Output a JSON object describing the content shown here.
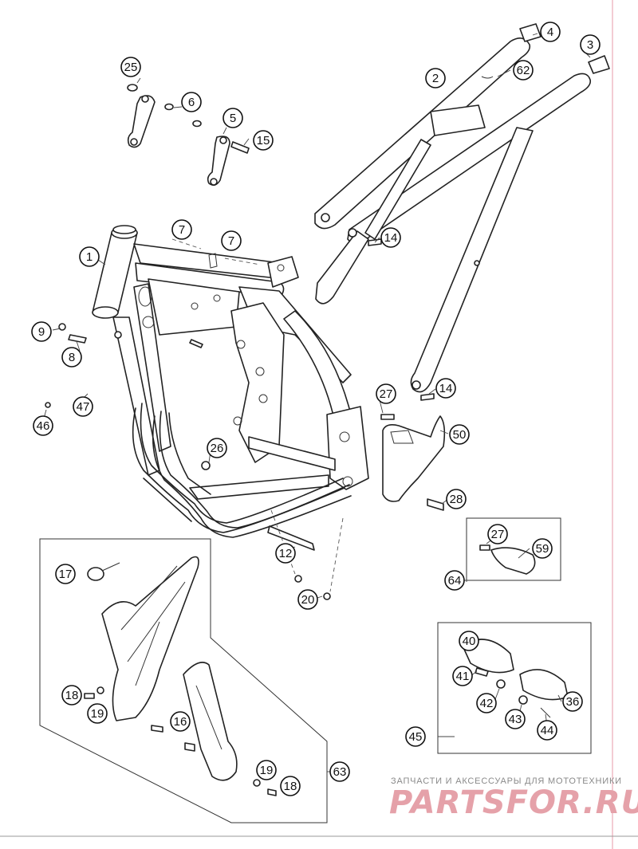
{
  "diagram": {
    "callouts": [
      "1",
      "2",
      "3",
      "4",
      "5",
      "6",
      "7",
      "7",
      "8",
      "9",
      "12",
      "14",
      "14",
      "15",
      "16",
      "17",
      "18",
      "18",
      "19",
      "19",
      "20",
      "25",
      "26",
      "27",
      "27",
      "28",
      "36",
      "40",
      "41",
      "42",
      "43",
      "44",
      "45",
      "46",
      "47",
      "50",
      "59",
      "62",
      "63",
      "64"
    ]
  },
  "watermark": {
    "tagline": "ЗАПЧАСТИ И АКСЕССУАРЫ ДЛЯ МОТОТЕХНИКИ",
    "logo": "PARTSFOR.RU"
  }
}
